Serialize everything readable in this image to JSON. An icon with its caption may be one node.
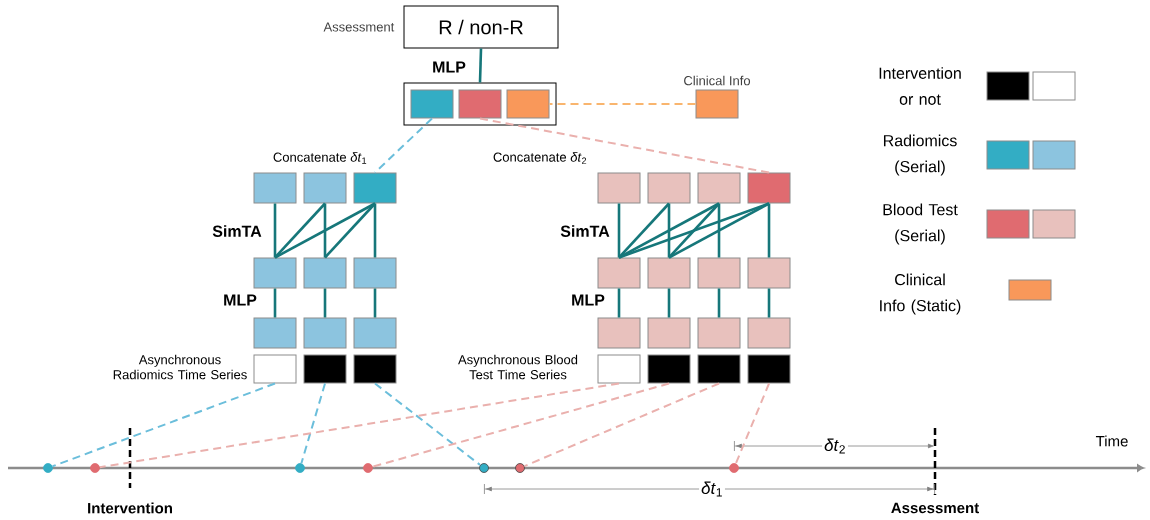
{
  "diagram": {
    "nodes": [
      {
        "text": [
          "R / non-R"
        ],
        "beside": [
          "Assessment"
        ]
      },
      {
        "text": [],
        "shape": "box"
      },
      {
        "text": [],
        "shape": "box",
        "in": 1
      },
      {
        "text": [],
        "shape": "box",
        "in": 1
      },
      {
        "text": [],
        "shape": "box",
        "in": 1
      },
      {
        "text": [],
        "shape": "box",
        "beside": [
          "Clinical Info"
        ]
      },
      {
        "text": [],
        "shape": "box"
      },
      {
        "text": [],
        "shape": "box"
      },
      {
        "text": [],
        "shape": "box"
      },
      {
        "text": [],
        "shape": "box"
      },
      {
        "text": [],
        "shape": "box"
      },
      {
        "text": [],
        "shape": "box"
      },
      {
        "text": [],
        "shape": "box"
      },
      {
        "text": [],
        "shape": "box"
      },
      {
        "text": [],
        "shape": "box"
      },
      {
        "text": [],
        "shape": "box"
      },
      {
        "text": [],
        "shape": "box"
      },
      {
        "text": [],
        "shape": "box"
      },
      {
        "text": [],
        "shape": "box"
      },
      {
        "text": [],
        "shape": "box"
      },
      {
        "text": [],
        "shape": "box"
      },
      {
        "text": [],
        "shape": "box"
      },
      {
        "text": [],
        "shape": "box"
      },
      {
        "text": [],
        "shape": "box"
      },
      {
        "text": [],
        "shape": "box"
      },
      {
        "text": [],
        "shape": "box"
      },
      {
        "text": [],
        "shape": "box"
      },
      {
        "text": [],
        "shape": "box"
      },
      {
        "text": [],
        "shape": "box"
      },
      {
        "text": [],
        "shape": "box"
      },
      {
        "text": [],
        "shape": "box"
      },
      {
        "text": [],
        "shape": "box"
      },
      {
        "text": [],
        "shape": "box"
      },
      {
        "text": [],
        "shape": "box"
      },
      {
        "text": [],
        "shape": "circle"
      },
      {
        "text": [],
        "shape": "circle"
      },
      {
        "text": [],
        "shape": "circle"
      },
      {
        "text": [],
        "shape": "circle"
      },
      {
        "text": [],
        "shape": "circle"
      },
      {
        "text": [],
        "shape": "circle"
      },
      {
        "text": [],
        "shape": "circle"
      }
    ],
    "edges": [
      {
        "from": 0,
        "to": 1,
        "arrow": "none"
      },
      {
        "from": 5,
        "to": 4,
        "arrow": "none",
        "style": "dashed",
        "color": "#f9b56e"
      },
      {
        "from": 2,
        "to": 8,
        "arrow": "none",
        "style": "dashed",
        "color": "#6bbedb"
      },
      {
        "from": 3,
        "to": 21,
        "arrow": "none",
        "style": "dashed",
        "color": "#eab0ad"
      },
      {
        "from": 6,
        "to": 9,
        "arrow": "none"
      },
      {
        "from": 7,
        "to": 9,
        "arrow": "none"
      },
      {
        "from": 7,
        "to": 10,
        "arrow": "none"
      },
      {
        "from": 8,
        "to": 9,
        "arrow": "none"
      },
      {
        "from": 8,
        "to": 10,
        "arrow": "none"
      },
      {
        "from": 8,
        "to": 11,
        "arrow": "none"
      },
      {
        "from": 9,
        "to": 12,
        "arrow": "none"
      },
      {
        "from": 10,
        "to": 13,
        "arrow": "none"
      },
      {
        "from": 11,
        "to": 14,
        "arrow": "none"
      },
      {
        "from": 18,
        "to": 22,
        "arrow": "none"
      },
      {
        "from": 19,
        "to": 22,
        "arrow": "none"
      },
      {
        "from": 19,
        "to": 23,
        "arrow": "none"
      },
      {
        "from": 20,
        "to": 22,
        "arrow": "none"
      },
      {
        "from": 20,
        "to": 23,
        "arrow": "none"
      },
      {
        "from": 20,
        "to": 24,
        "arrow": "none"
      },
      {
        "from": 21,
        "to": 22,
        "arrow": "none"
      },
      {
        "from": 21,
        "to": 23,
        "arrow": "none"
      },
      {
        "from": 21,
        "to": 25,
        "arrow": "none"
      },
      {
        "from": 22,
        "to": 26,
        "arrow": "none"
      },
      {
        "from": 23,
        "to": 27,
        "arrow": "none"
      },
      {
        "from": 24,
        "to": 28,
        "arrow": "none"
      },
      {
        "from": 25,
        "to": 29,
        "arrow": "none"
      },
      {
        "from": 15,
        "to": 34,
        "arrow": "none",
        "style": "dashed",
        "color": "#6bbedb"
      },
      {
        "from": 16,
        "to": 36,
        "arrow": "none",
        "style": "dashed",
        "color": "#6bbedb"
      },
      {
        "from": 17,
        "to": 38,
        "arrow": "none",
        "style": "dashed",
        "color": "#6bbedb"
      },
      {
        "from": 30,
        "to": 35,
        "arrow": "none",
        "style": "dashed",
        "color": "#eab0ad"
      },
      {
        "from": 31,
        "to": 37,
        "arrow": "none",
        "style": "dashed",
        "color": "#eab0ad"
      },
      {
        "from": 32,
        "to": 39,
        "arrow": "none",
        "style": "dashed",
        "color": "#eab0ad"
      },
      {
        "from": 33,
        "to": 40,
        "arrow": "none",
        "style": "dashed",
        "color": "#eab0ad"
      }
    ],
    "labels": [
      "MLP",
      "Concatenate *δt*$_{1}$",
      "Concatenate *δt*$_{2}$",
      "SimTA",
      "SimTA",
      "MLP",
      "MLP",
      "Asynchronous Radiomics Time Series",
      "Asynchronous Blood Test Time Series",
      "Time",
      "*δt*$_{2}$",
      "*δt*$_{1}$",
      "Intervention",
      "Assessment"
    ],
    "legend": [
      {
        "text": "Intervention or not",
        "color": "#000000"
      },
      {
        "text": "Radiomics (Serial)",
        "color": "#33adc4"
      },
      {
        "text": "Blood Test (Serial)",
        "color": "#e06b70"
      },
      {
        "text": "Clinical Info (Static)",
        "color": "#f9985a"
      }
    ]
  }
}
